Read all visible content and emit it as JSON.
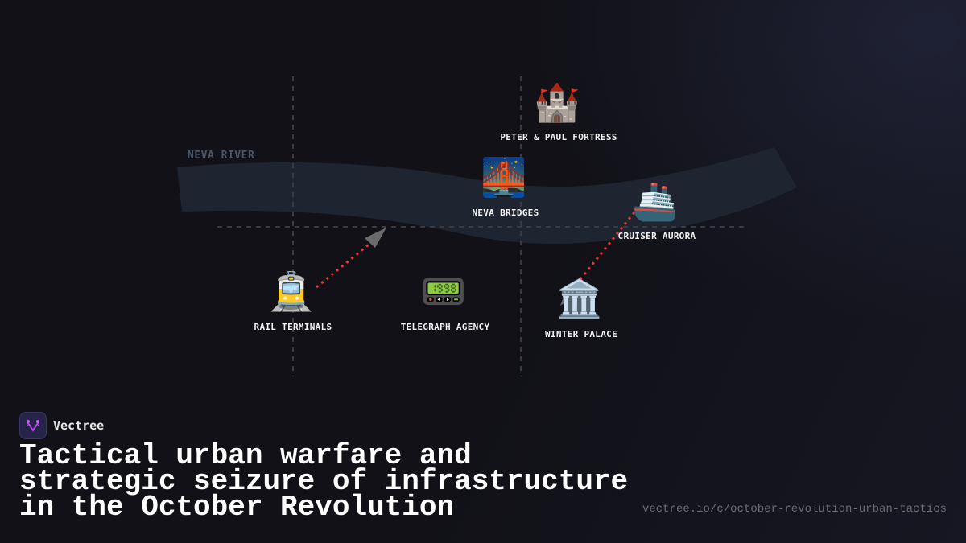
{
  "map": {
    "river_label": "NEVA RIVER",
    "colors": {
      "background": "#111117",
      "river": "#1e2530",
      "grid": "#3a3a40",
      "attack_path": "#e53935",
      "arrowhead": "#6a6a6a",
      "label_text": "#f2f2f2",
      "river_label": "#4a5666"
    },
    "locations": [
      {
        "id": "fortress",
        "label": "PETER & PAUL FORTRESS",
        "icon": "castle-icon",
        "glyph": "🏰"
      },
      {
        "id": "bridges",
        "label": "NEVA BRIDGES",
        "icon": "bridge-at-night-icon",
        "glyph": "🌉"
      },
      {
        "id": "aurora",
        "label": "CRUISER AURORA",
        "icon": "ship-icon",
        "glyph": "🚢"
      },
      {
        "id": "rail",
        "label": "RAIL TERMINALS",
        "icon": "tram-icon",
        "glyph": "🚊"
      },
      {
        "id": "telegraph",
        "label": "TELEGRAPH AGENCY",
        "icon": "pager-icon",
        "glyph": "📟"
      },
      {
        "id": "palace",
        "label": "WINTER PALACE",
        "icon": "classical-building-icon",
        "glyph": "🏛️"
      }
    ]
  },
  "brand": {
    "name": "Vectree",
    "logo": "vectree-logo-icon"
  },
  "title": {
    "lines": [
      "Tactical urban warfare and",
      "strategic seizure of infrastructure",
      "in the October Revolution"
    ]
  },
  "url": "vectree.io/c/october-revolution-urban-tactics"
}
